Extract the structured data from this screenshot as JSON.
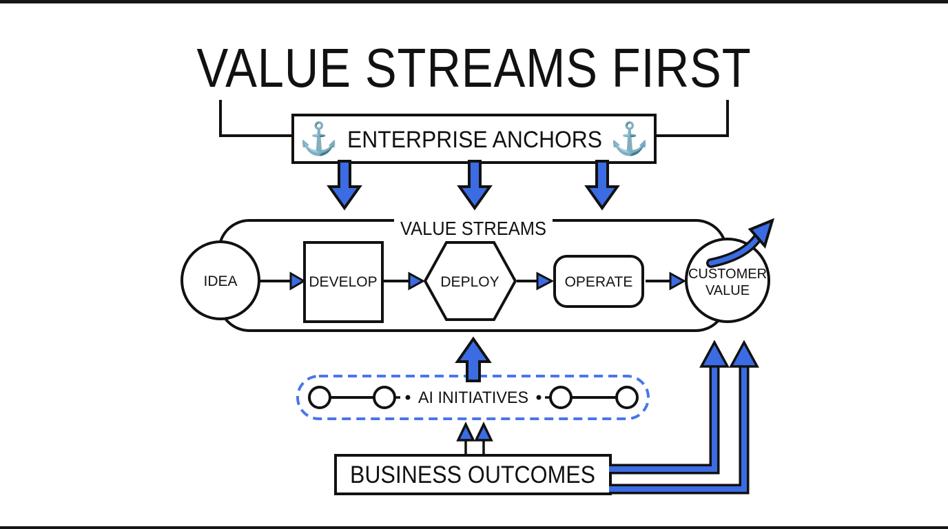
{
  "title": "VALUE STREAMS FIRST",
  "colors": {
    "accent_blue": "#3B6CE3",
    "dash_blue": "#4A76E8",
    "ink_black": "#111111",
    "background": "#FFFFFF"
  },
  "enterprise_anchors": {
    "label": "ENTERPRISE ANCHORS",
    "anchor_icon": "⚓"
  },
  "value_streams": {
    "label": "VALUE STREAMS",
    "stages": [
      {
        "label": "IDEA",
        "shape": "circle"
      },
      {
        "label": "DEVELOP",
        "shape": "square"
      },
      {
        "label": "DEPLOY",
        "shape": "hexagon"
      },
      {
        "label": "OPERATE",
        "shape": "rounded-rect"
      },
      {
        "label": "CUSTOMER VALUE",
        "line1": "CUSTOMER",
        "line2": "VALUE",
        "shape": "circle"
      }
    ]
  },
  "ai_initiatives": {
    "label": "AI INITIATIVES"
  },
  "business_outcomes": {
    "label": "BUSINESS OUTCOMES"
  }
}
